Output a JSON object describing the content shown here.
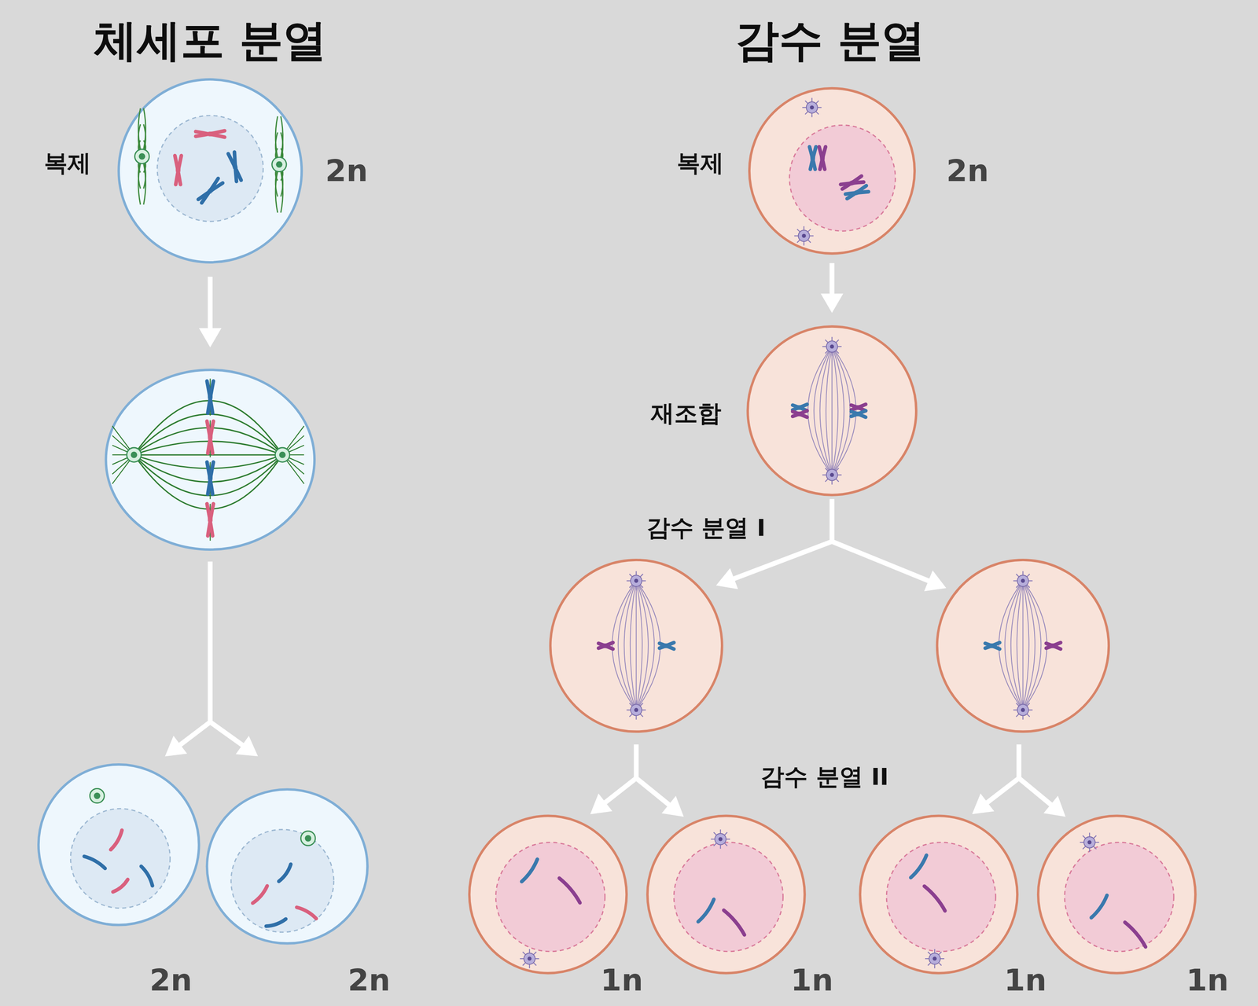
{
  "diagram": {
    "labels": [
      "체세포 분열",
      "감수 분열",
      "복제",
      "2n",
      "복제",
      "2n",
      "재조합",
      "감수 분열 I",
      "감수 분열 II",
      "2n",
      "2n",
      "1n",
      "1n",
      "1n",
      "1n"
    ]
  }
}
